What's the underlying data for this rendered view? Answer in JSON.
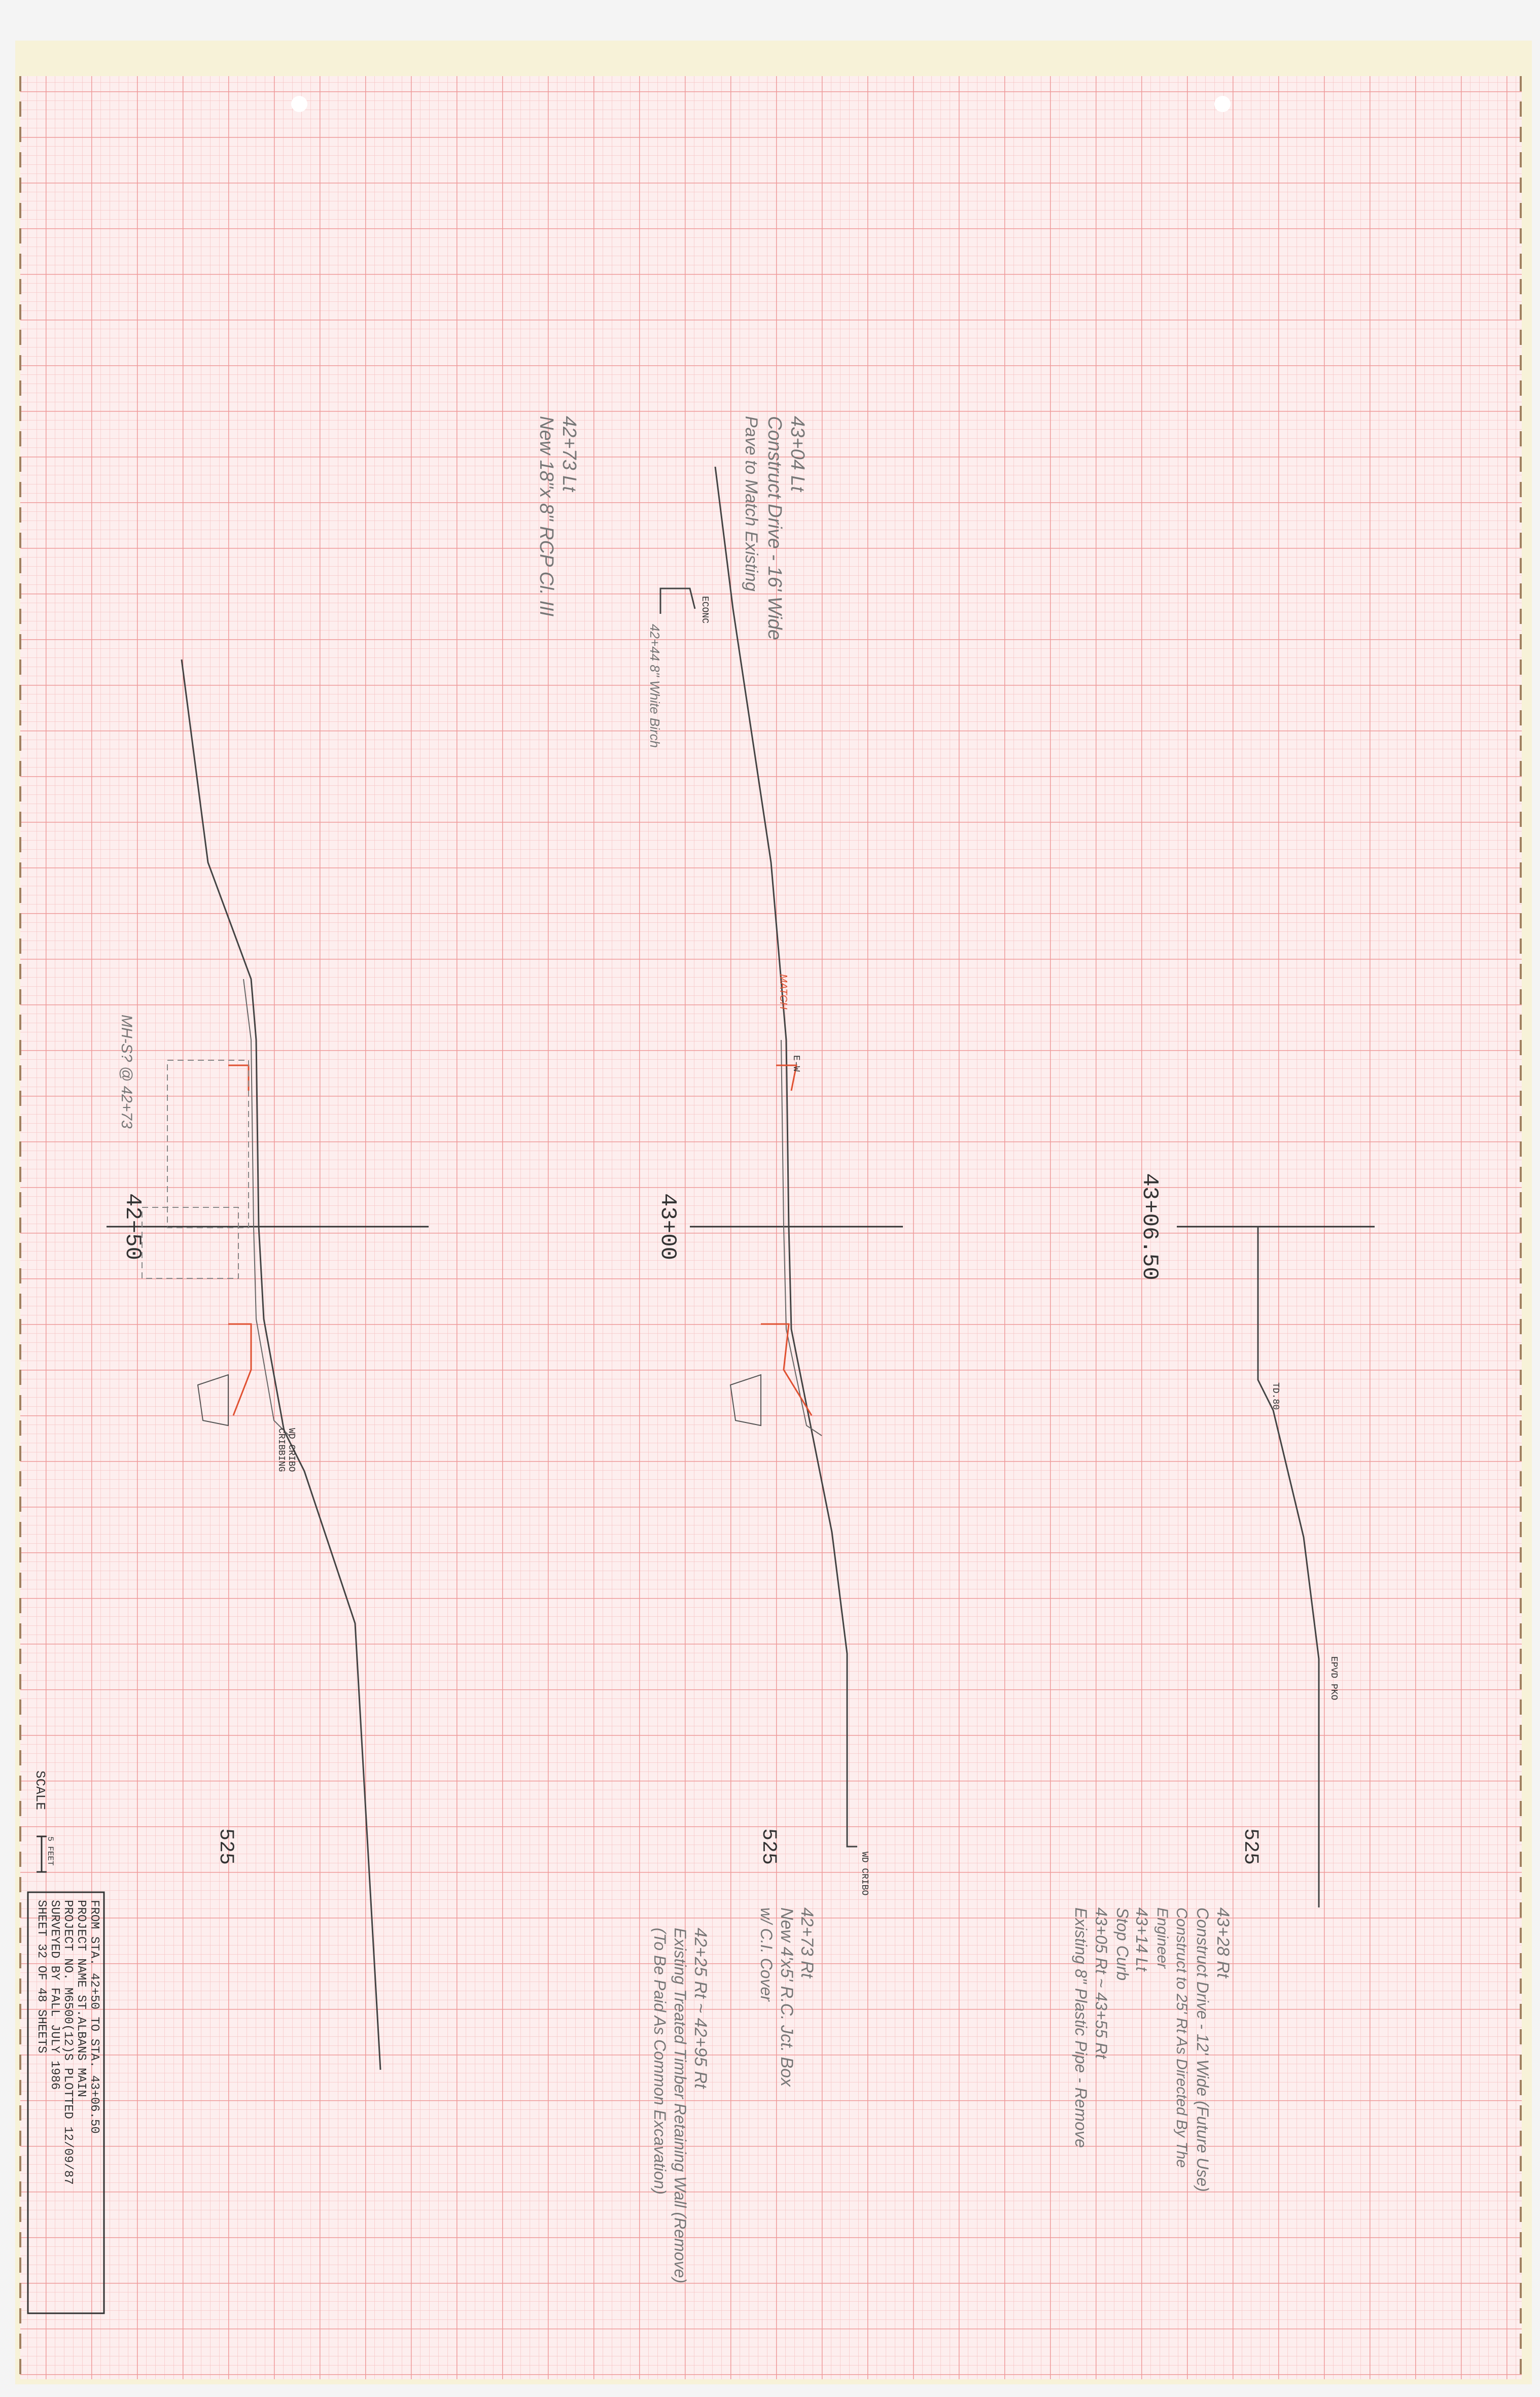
{
  "sections": [
    {
      "station": "42+50",
      "elevation": "525"
    },
    {
      "station": "43+00",
      "elevation": "525"
    },
    {
      "station": "43+06.50",
      "elevation": "525"
    }
  ],
  "feature_labels": {
    "econc": "ECONC",
    "e_w": "E-W",
    "wd_cribo_1": "WD CRIBO",
    "cribbing": "CRIBBING",
    "wd_cribo_2": "WD CRIBO",
    "td_80": "TD.80",
    "epvd_pko": "EPVD PKO",
    "mh_note": "MH-S? @ 42+73"
  },
  "notes": [
    {
      "line1": "42+73 Lt",
      "line2": "New 18\"x 8\" RCP Cl. III"
    },
    {
      "line1": "43+04 Lt",
      "line2": "Construct Drive - 16' Wide",
      "line3": "Pave to Match Existing"
    },
    {
      "line1": "42+25 Rt ~ 42+95 Rt",
      "line2": "Existing Treated Timber Retaining Wall (Remove)",
      "line3": "(To Be Paid As Common Excavation)"
    },
    {
      "line1": "42+73 Rt",
      "line2": "New 4'x5' R.C. Jct. Box",
      "line3": "w/ C.I. Cover"
    },
    {
      "line1": "43+28 Rt",
      "line2": "Construct Drive - 12' Wide (Future Use)",
      "line3": "Construct to 25' Rt As Directed By The",
      "line4": "Engineer"
    },
    {
      "line1": "43+14 Lt",
      "line2": "Stop Curb"
    },
    {
      "line1": "43+05 Rt ~ 43+55 Rt",
      "line2": "Existing 8\" Plastic Pipe - Remove"
    }
  ],
  "small_notes": {
    "bench": "42+44 8\" White Birch",
    "match": "MATCH"
  },
  "scale": {
    "label": "SCALE",
    "value": "5 FEET"
  },
  "title_block": {
    "line1": "FROM STA.  42+50          TO STA.  43+06.50",
    "line2": "PROJECT NAME  ST.ALBANS          MAIN",
    "line3": "PROJECT NO.  M6500(12)S      PLOTTED 12/09/87",
    "line4": "SURVEYED BY     FALL               JULY 1986",
    "line5": "SHEET 32 OF 48 SHEETS"
  },
  "colors": {
    "grid_major": "#f0a0a0",
    "grid_minor": "#f8d0d0",
    "paper": "#fdeeee",
    "ink": "#555555",
    "red_ink": "#e05030",
    "orange_ink": "#e08030"
  }
}
